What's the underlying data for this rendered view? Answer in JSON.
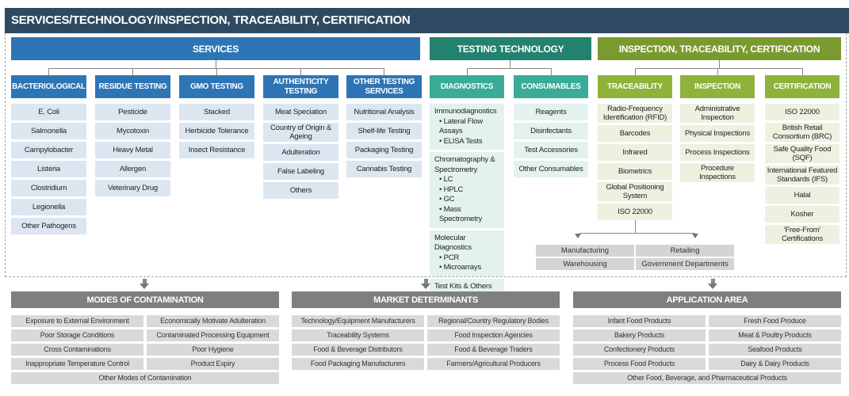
{
  "title": "SERVICES/TECHNOLOGY/INSPECTION, TRACEABILITY, CERTIFICATION",
  "bands": {
    "services": "SERVICES",
    "testing": "TESTING TECHNOLOGY",
    "itc": "INSPECTION, TRACEABILITY, CERTIFICATION"
  },
  "colors": {
    "title": "#2d4a62",
    "services": "#2e75b6",
    "testing": "#22826e",
    "itc": "#7a9a2f",
    "gray": "#7f7f7f"
  },
  "services": [
    {
      "label": "BACTERIOLOGICAL",
      "items": [
        "E. Coli",
        "Salmonella",
        "Campylobacter",
        "Listeria",
        "Clostridium",
        "Legionella",
        "Other Pathogens"
      ]
    },
    {
      "label": "RESIDUE TESTING",
      "items": [
        "Pesticide",
        "Mycotoxin",
        "Heavy Metal",
        "Allergen",
        "Veterinary Drug"
      ]
    },
    {
      "label": "GMO TESTING",
      "items": [
        "Stacked",
        "Herbicide Tolerance",
        "Insect Resistance"
      ]
    },
    {
      "label": "AUTHENTICITY TESTING",
      "items": [
        "Meat Speciation",
        "Country of Origin & Ageing",
        "Adulteration",
        "False Labeling",
        "Others"
      ]
    },
    {
      "label": "OTHER TESTING SERVICES",
      "items": [
        "Nutritional Analysis",
        "Shelf-life Testing",
        "Packaging Testing",
        "Cannabis Testing"
      ]
    }
  ],
  "diagnostics": {
    "label": "DIAGNOSTICS",
    "groups": [
      {
        "title": "Immunodiagnostics",
        "bullets": [
          "Lateral Flow Assays",
          "ELISA Tests"
        ]
      },
      {
        "title": "Chromatography & Spectrometry",
        "bullets": [
          "LC",
          "HPLC",
          "GC",
          "Mass Spectrometry"
        ]
      },
      {
        "title": "Molecular Diagnostics",
        "bullets": [
          "PCR",
          "Microarrays"
        ]
      },
      {
        "title": "Test Kits & Others",
        "bullets": []
      }
    ]
  },
  "consumables": {
    "label": "CONSUMABLES",
    "items": [
      "Reagents",
      "Disinfectants",
      "Test Accessories",
      "Other Consumables"
    ]
  },
  "itc": [
    {
      "label": "TRACEABILITY",
      "items": [
        "Radio-Frequency Identification (RFID)",
        "Barcodes",
        "Infrared",
        "Biometrics",
        "Global Positioning System",
        "ISO 22000"
      ]
    },
    {
      "label": "INSPECTION",
      "items": [
        "Administrative Inspection",
        "Physical Inspections",
        "Process Inspections",
        "Procedure Inspections"
      ]
    },
    {
      "label": "CERTIFICATION",
      "items": [
        "ISO 22000",
        "British Retail Consortium (BRC)",
        "Safe Quality Food (SQF)",
        "International Featured Standards (IFS)",
        "Halal",
        "Kosher",
        "'Free-From' Certifications"
      ]
    }
  ],
  "traceability_users": [
    "Manufacturing",
    "Retailing",
    "Warehousing",
    "Government Departments"
  ],
  "bottom": [
    {
      "label": "MODES OF CONTAMINATION",
      "items": [
        "Exposure to External Environment",
        "Economically Motivate Adulteration",
        "Poor Storage Conditions",
        "Contaminated Processing Equipment",
        "Cross Contaminations",
        "Poor Hygiene",
        "Inappropriate Temperature Control",
        "Product Expiry"
      ],
      "full": "Other Modes of Contamination"
    },
    {
      "label": "MARKET DETERMINANTS",
      "items": [
        "Technology/Equipment Manufacturers",
        "Regional/Country Regulatory Bodies",
        "Traceability Systems",
        "Food Inspection Agencies",
        "Food & Beverage Distributors",
        "Food & Beverage Traders",
        "Food Packaging Manufacturers",
        "Farmers/Agricultural Producers"
      ]
    },
    {
      "label": "APPLICATION AREA",
      "items": [
        "Infant Food Products",
        "Fresh Food Produce",
        "Bakery Products",
        "Meat & Poultry Products",
        "Confectionery Products",
        "Seafood Products",
        "Process Food Products",
        "Dairy & Dairy Products"
      ],
      "full": "Other Food, Beverage, and Pharmaceutical Products"
    }
  ]
}
